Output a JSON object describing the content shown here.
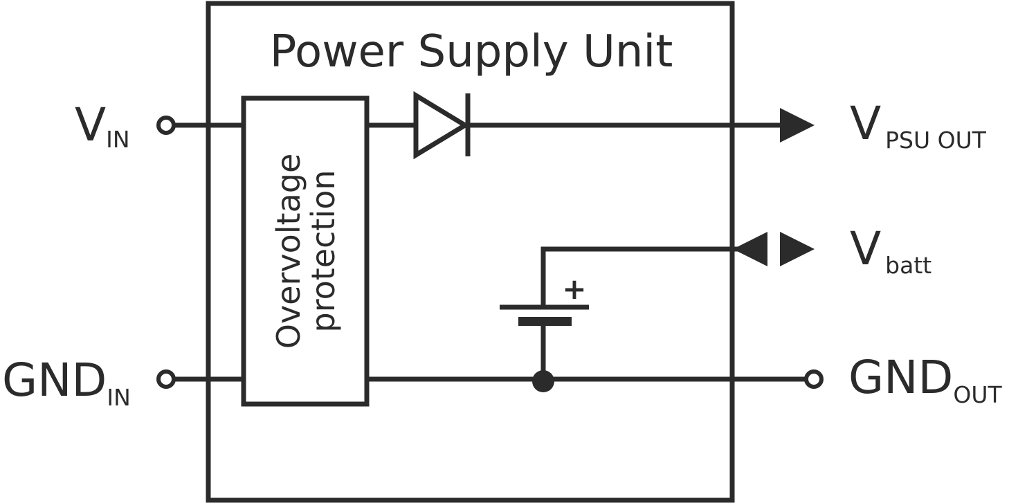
{
  "title": "Power Supply Unit",
  "protection_block": {
    "line1": "Overvoltage",
    "line2": "protection"
  },
  "inputs": {
    "vin": {
      "main": "V",
      "sub": "IN"
    },
    "gnd_in": {
      "main": "GND",
      "sub": "IN"
    }
  },
  "outputs": {
    "vpsu_out": {
      "main": "V",
      "sub": "PSU OUT"
    },
    "vbatt": {
      "main": "V",
      "sub": "batt"
    },
    "gnd_out": {
      "main": "GND",
      "sub": "OUT"
    }
  },
  "battery": {
    "polarity_mark": "+"
  },
  "colors": {
    "ink": "#2b2b2b",
    "background": "#ffffff"
  }
}
